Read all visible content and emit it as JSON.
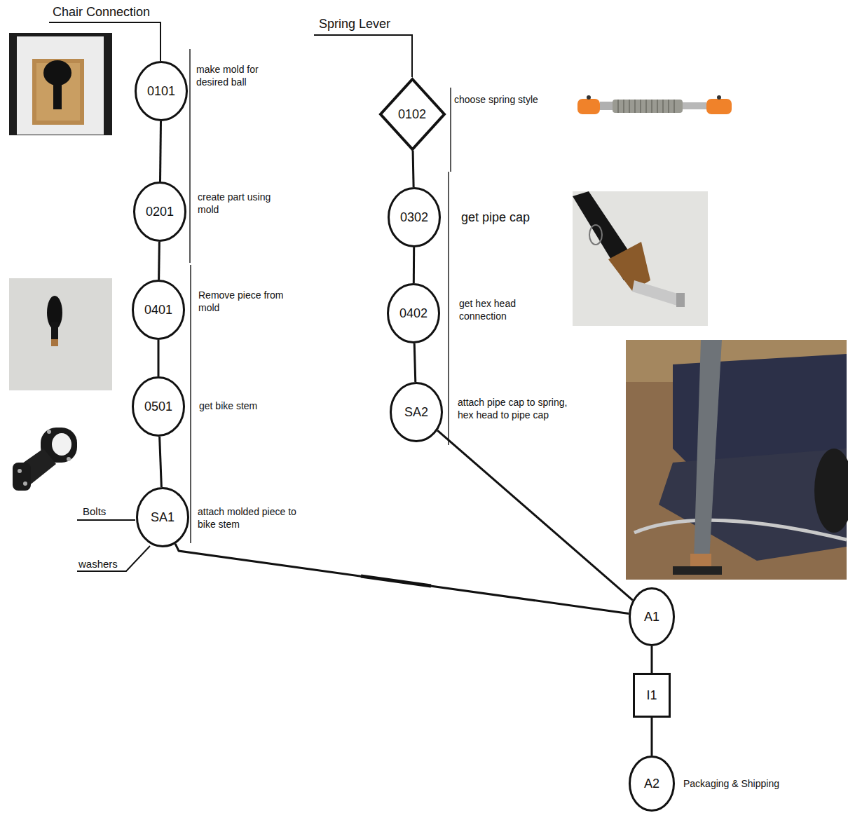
{
  "diagram": {
    "nodes": [
      {
        "text": [
          "0101",
          "make mold for desired ball"
        ]
      },
      {
        "text": [
          "0201",
          "create part using mold"
        ]
      },
      {
        "text": [
          "0401",
          "Remove piece from mold"
        ]
      },
      {
        "text": [
          "0501",
          "get bike stem"
        ]
      },
      {
        "text": [
          "SA1",
          "attach molded piece to bike stem"
        ]
      },
      {
        "text": [
          "0102",
          "choose spring style"
        ]
      },
      {
        "text": [
          "0302",
          "get pipe cap"
        ]
      },
      {
        "text": [
          "0402",
          "get hex head connection"
        ]
      },
      {
        "text": [
          "SA2",
          "attach pipe cap to spring, hex head to pipe cap"
        ]
      },
      {
        "text": [
          "A1"
        ]
      },
      {
        "text": [
          "I1"
        ]
      },
      {
        "text": [
          "A2",
          "Packaging & Shipping"
        ]
      }
    ],
    "edges": [
      {
        "from": 0,
        "to": 1,
        "arrow": "none"
      },
      {
        "from": 1,
        "to": 2,
        "arrow": "none"
      },
      {
        "from": 2,
        "to": 3,
        "arrow": "none"
      },
      {
        "from": 3,
        "to": 4,
        "arrow": "none"
      },
      {
        "from": 5,
        "to": 6,
        "arrow": "none"
      },
      {
        "from": 6,
        "to": 7,
        "arrow": "none"
      },
      {
        "from": 7,
        "to": 8,
        "arrow": "none"
      },
      {
        "from": 4,
        "to": 9,
        "arrow": "none"
      },
      {
        "from": 8,
        "to": 9,
        "arrow": "none"
      },
      {
        "from": 9,
        "to": 10,
        "arrow": "none"
      },
      {
        "from": 10,
        "to": 11,
        "arrow": "none"
      }
    ],
    "labels": [
      "Chair Connection",
      "Spring Lever",
      "Bolts",
      "washers"
    ]
  }
}
